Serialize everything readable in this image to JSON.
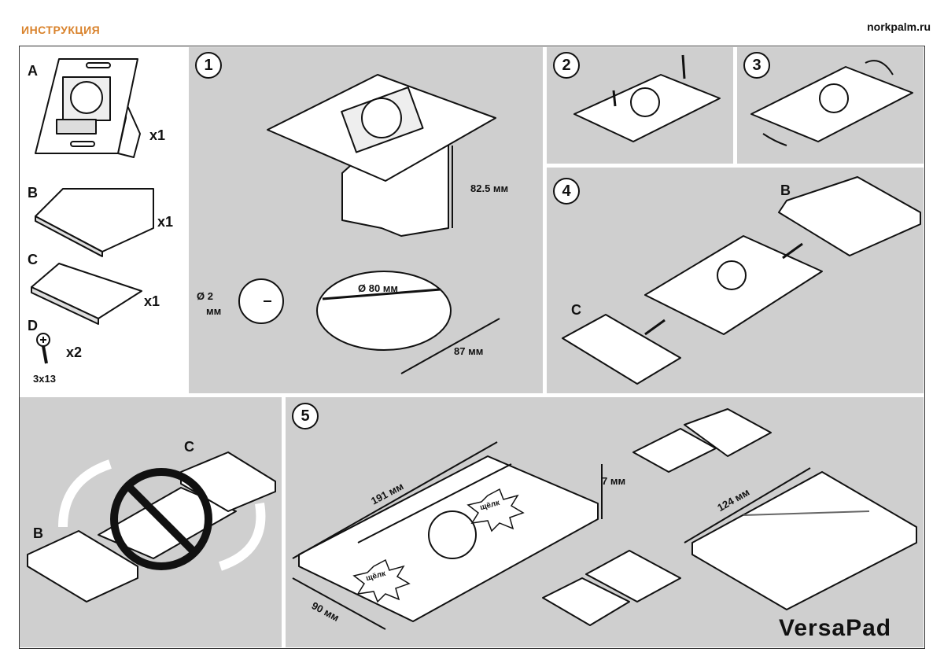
{
  "header": {
    "left": "ИНСТРУКЦИЯ",
    "right": "norkpalm.ru"
  },
  "parts": [
    {
      "letter": "A",
      "qty": "x1"
    },
    {
      "letter": "B",
      "qty": "x1"
    },
    {
      "letter": "C",
      "qty": "x1"
    },
    {
      "letter": "D",
      "qty": "x2",
      "note": "3x13"
    }
  ],
  "steps": {
    "s1": "1",
    "s2": "2",
    "s3": "3",
    "s4": "4",
    "s5": "5"
  },
  "dims": {
    "height": "82.5 мм",
    "diameter": "Ø 80 мм",
    "hole_a": "Ø 2",
    "hole_b": "мм",
    "cut": "87 мм",
    "len": "191 мм",
    "width": "90 мм",
    "thick": "7 мм",
    "len2": "124 мм"
  },
  "labels": {
    "b": "B",
    "c": "C",
    "click": "щёлк"
  },
  "brand": "VersaPad",
  "colors": {
    "accent": "#d9822b",
    "panel": "#cfcfcf"
  }
}
